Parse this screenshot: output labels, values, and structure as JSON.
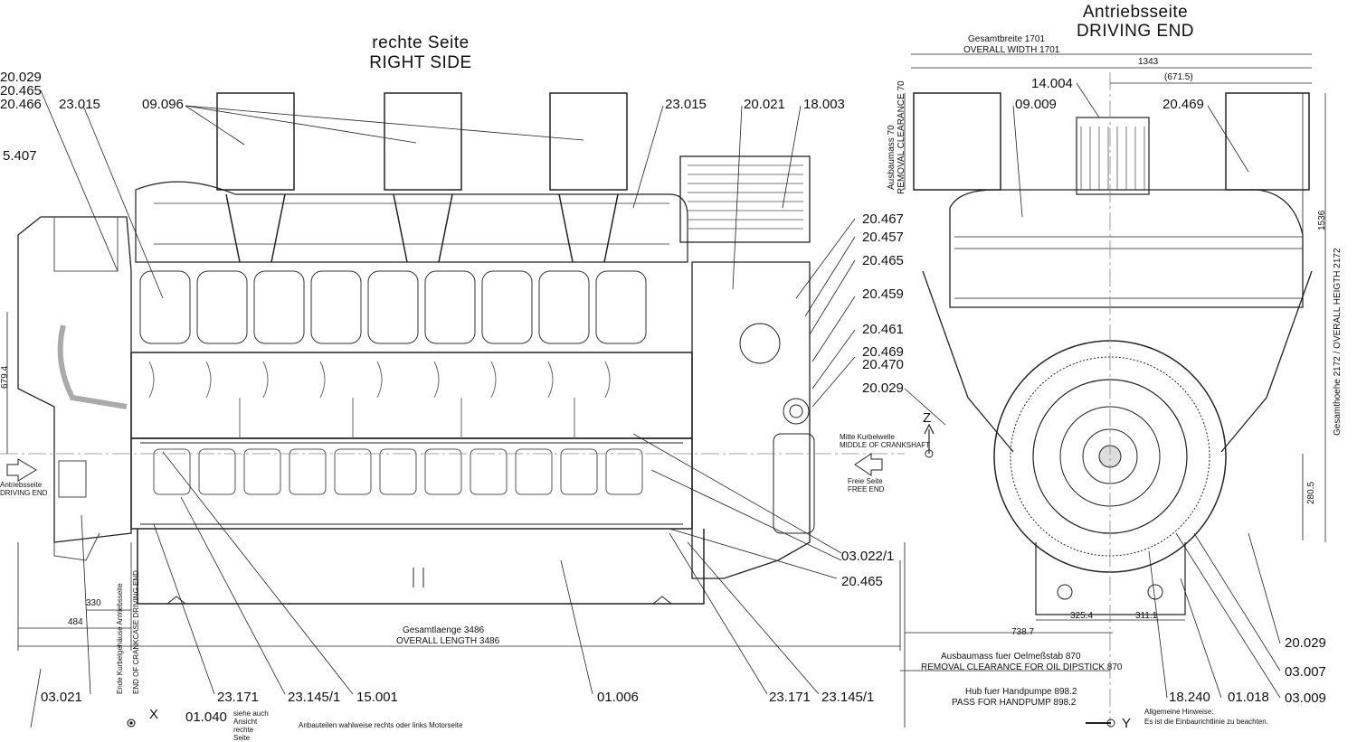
{
  "views": {
    "right_side": {
      "title_de": "rechte Seite",
      "title_en": "RIGHT SIDE"
    },
    "driving_end": {
      "title_de": "Antriebsseite",
      "title_en": "DRIVING END"
    }
  },
  "parts_left": {
    "p_20029": "20.029",
    "p_20465a": "20.465",
    "p_20466": "20.466",
    "p_23015a": "23.015",
    "p_09096": "09.096",
    "p_23015b": "23.015",
    "p_20021": "20.021",
    "p_18003": "18.003",
    "p_5407": "5.407",
    "p_20467": "20.467",
    "p_20457": "20.457",
    "p_20465b": "20.465",
    "p_20459": "20.459",
    "p_20461": "20.461",
    "p_20469": "20.469",
    "p_20470": "20.470",
    "p_20029b": "20.029",
    "p_03022": "03.022/1",
    "p_20465c": "20.465",
    "p_03021": "03.021",
    "p_23171a": "23.171",
    "p_23145a": "23.145/1",
    "p_15001": "15.001",
    "p_01006": "01.006",
    "p_23171b": "23.171",
    "p_23145b": "23.145/1",
    "p_01040": "01.040"
  },
  "parts_right": {
    "p_14004": "14.004",
    "p_09009": "09.009",
    "p_20469": "20.469",
    "p_20029": "20.029",
    "p_03007": "03.007",
    "p_18240": "18.240",
    "p_01018": "01.018",
    "p_03009": "03.009"
  },
  "dims": {
    "gesamtbreite": "Gesamtbreite 1701",
    "overall_width": "OVERALL WIDTH 1701",
    "d1343": "1343",
    "d671": "(671.5)",
    "ausbaumass_70": "Ausbaumass 70",
    "removal_70": "REMOVAL CLEARANCE 70",
    "d1536": "1536",
    "overall_height": "Gesamthoehe 2172 / OVERALL HEIGTH 2172",
    "d2805": "280.5",
    "d3254": "325.4",
    "d3111": "311.1",
    "d7387": "738.7",
    "oel_de": "Ausbaumass fuer Oelmeßstab 870",
    "oel_en": "REMOVAL CLEARANCE FOR OIL DIPSTICK 870",
    "hub_de": "Hub fuer Handpumpe 898.2",
    "hub_en": "PASS FOR HANDPUMP 898.2",
    "d330": "330",
    "d484": "484",
    "laenge_de": "Gesamtlaenge 3486",
    "laenge_en": "OVERALL LENGTH 3486",
    "left_vert": "679.4"
  },
  "notes": {
    "antriebsseite_de": "Antriebsseite",
    "antriebsseite_en": "DRIVING END",
    "freie_de": "Freie Seite",
    "freie_en": "FREE END",
    "mitte_de": "Mitte Kurbelwelle",
    "mitte_en": "MIDDLE OF CRANKSHAFT",
    "ende_de": "Ende Kurbelgehäuse Antriebsseite",
    "ende_en": "END OF CRANKCASE DRIVING END",
    "siehe": "siehe auch Ansicht rechte Seite",
    "anbauteile": "Anbauteilen wahlweise rechts oder links Motorseite",
    "allg": "Allgemeine Hinweise:",
    "einbau": "Es ist die Einbaurichtlinie zu beachten.",
    "z_axis": "Z",
    "x_axis": "X",
    "y_axis": "Y"
  }
}
